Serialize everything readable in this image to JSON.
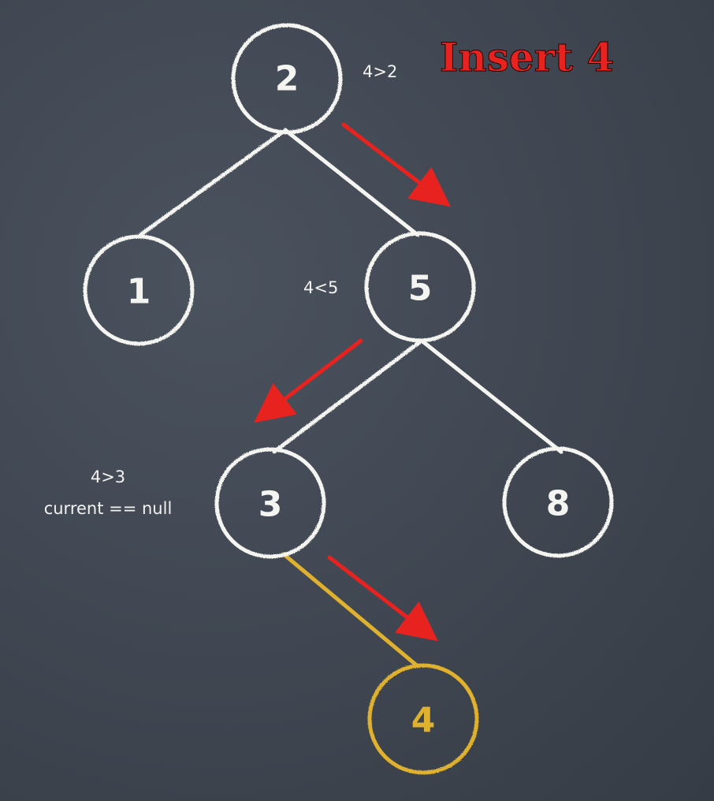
{
  "title": "Insert 4",
  "colors": {
    "chalk": "#f4f4f0",
    "highlight": "#e0b12e",
    "arrow": "#e8231f",
    "board": "#3e4550"
  },
  "nodes": {
    "n2": "2",
    "n1": "1",
    "n5": "5",
    "n3": "3",
    "n8": "8",
    "n4": "4"
  },
  "notes": {
    "cmp_root": "4>2",
    "cmp_five": "4<5",
    "cmp_three": "4>3",
    "null_check": "current == null"
  }
}
